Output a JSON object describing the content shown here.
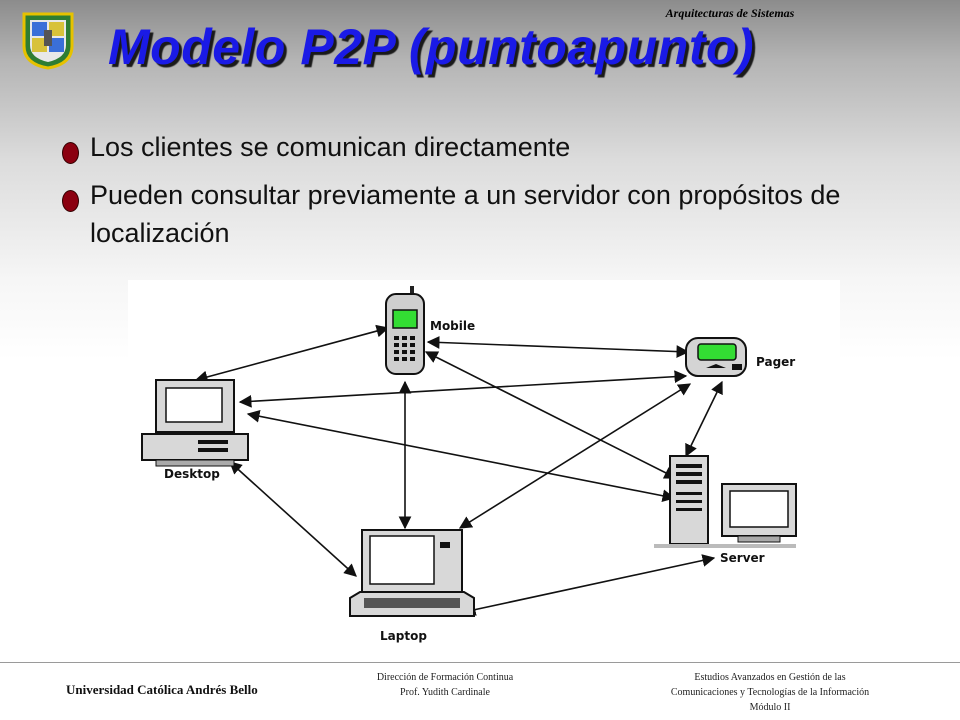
{
  "header": {
    "course": "Arquitecturas de Sistemas",
    "title": "Modelo P2P (puntoapunto)"
  },
  "bullets": [
    {
      "text": "Los clientes se comunican directamente"
    },
    {
      "text": "Pueden consultar previamente a un servidor con propósitos de localización"
    }
  ],
  "diagram": {
    "nodes": {
      "mobile": "Mobile",
      "pager": "Pager",
      "desktop": "Desktop",
      "server": "Server",
      "laptop": "Laptop"
    }
  },
  "footer": {
    "university": "Universidad Católica Andrés Bello",
    "center_line1": "Dirección  de  Formación Continua",
    "center_line2": "Prof.  Yudith Cardinale",
    "right_line1": "Estudios Avanzados en Gestión  de las",
    "right_line2": "Comunicaciones  y Tecnologías  de la Información",
    "right_line3": "Módulo II"
  },
  "colors": {
    "title": "#1a1ae6",
    "bullet": "#8b0010",
    "screen_green": "#33dd33"
  }
}
